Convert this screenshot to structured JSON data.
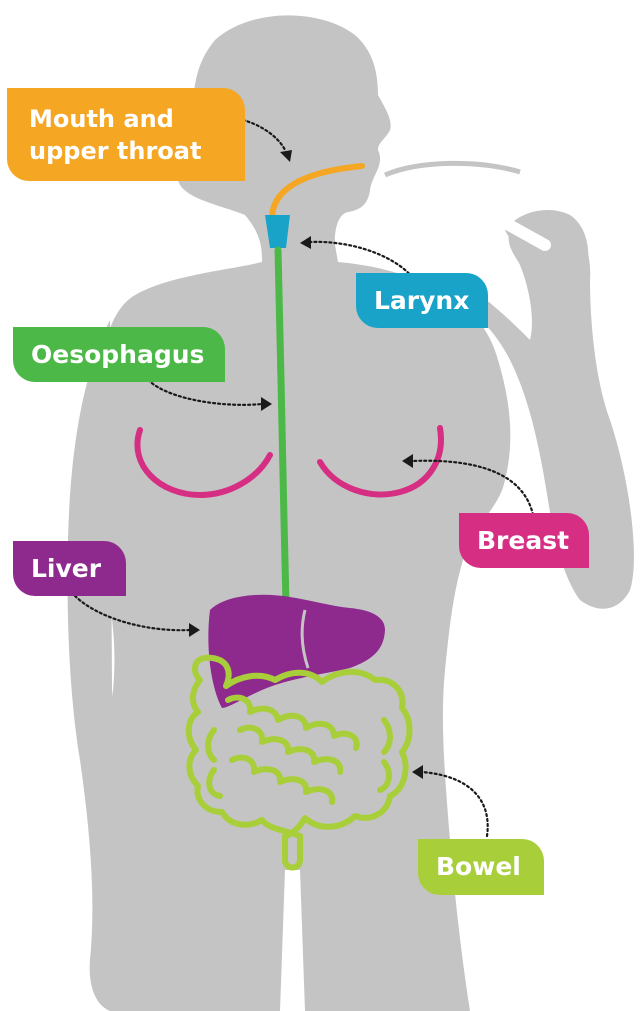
{
  "labels": {
    "mouth": {
      "line1": "Mouth and",
      "line2": "upper throat",
      "color": "#F5A623"
    },
    "larynx": {
      "text": "Larynx",
      "color": "#1AA3C8"
    },
    "oesophagus": {
      "text": "Oesophagus",
      "color": "#4CB848"
    },
    "breast": {
      "text": "Breast",
      "color": "#D62E83"
    },
    "liver": {
      "text": "Liver",
      "color": "#8E2A8E"
    },
    "bowel": {
      "text": "Bowel",
      "color": "#A8CF3A"
    }
  },
  "colors": {
    "silhouette": "#C4C4C4",
    "glass": "#FFFFFF",
    "background": "#FFFFFF"
  }
}
